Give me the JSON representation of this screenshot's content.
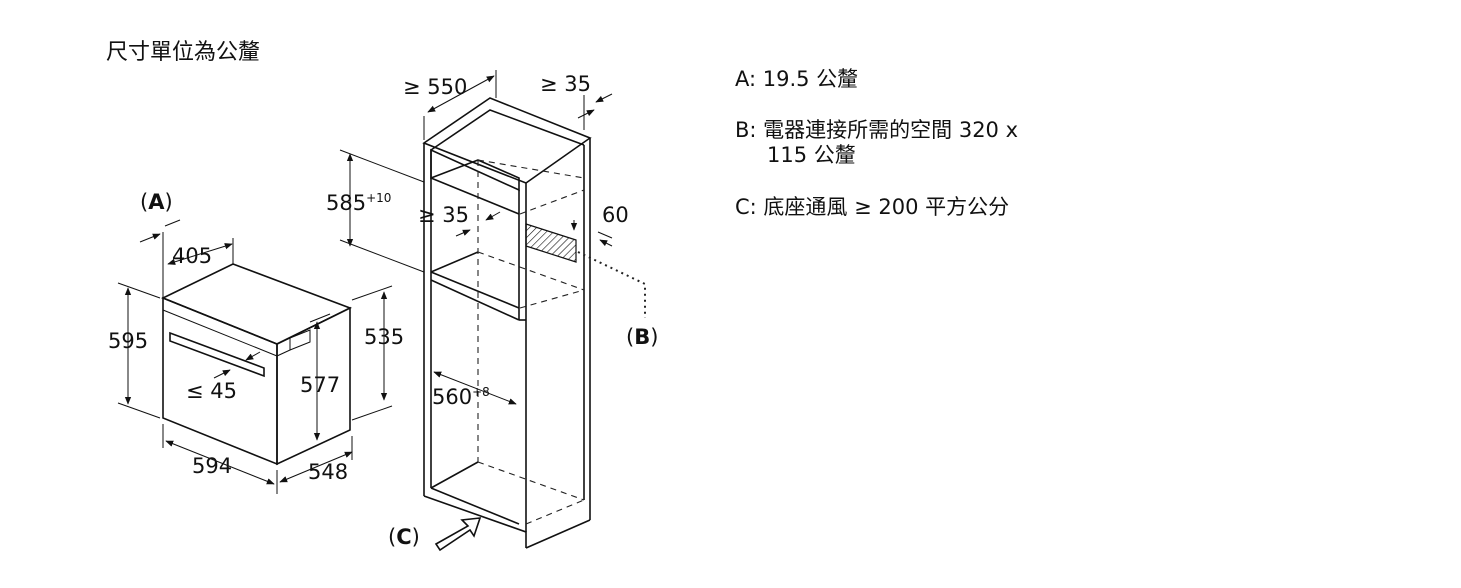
{
  "header": {
    "unit_note": "尺寸單位為公釐"
  },
  "oven": {
    "callout_a": "A",
    "dim_depth_top": "405",
    "dim_height": "595",
    "dim_handle": "≤ 45",
    "dim_inner_height": "577",
    "dim_right_height": "535",
    "dim_width": "594",
    "dim_depth": "548"
  },
  "cabinet": {
    "dim_depth": "≥ 550",
    "dim_rear_gap": "≥ 35",
    "dim_niche_height": "585",
    "dim_niche_height_tol": "+10",
    "dim_front_gap": "≥ 35",
    "dim_vent_height": "60",
    "callout_b": "B",
    "dim_niche_width": "560",
    "dim_niche_width_tol": "+8",
    "callout_c": "C"
  },
  "legend": {
    "a": "A: 19.5 公釐",
    "b_line1": "B: 電器連接所需的空間 320 x",
    "b_line2": "115 公釐",
    "c": "C: 底座通風 ≥ 200 平方公分"
  }
}
